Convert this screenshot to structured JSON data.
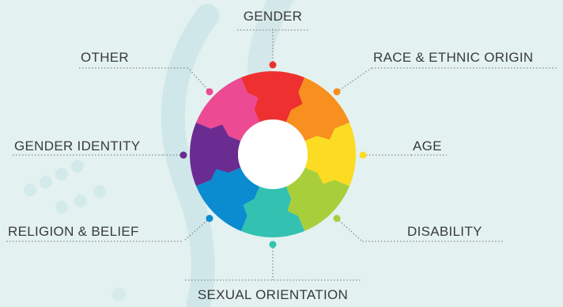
{
  "labels": {
    "gender": "GENDER",
    "race": "RACE & ETHNIC ORIGIN",
    "age": "AGE",
    "disability": "DISABILITY",
    "sexual_orientation": "SEXUAL ORIENTATION",
    "religion": "RELIGION & BELIEF",
    "gender_identity": "GENDER IDENTITY",
    "other": "OTHER"
  },
  "colors": {
    "background": "#e3f1f1",
    "decor": "#c9e3e6",
    "text": "#3a3a3a",
    "leader": "#8a8a8a",
    "gender": "#ee3030",
    "race": "#f7901e",
    "age": "#fbdc22",
    "disability": "#a8cf3b",
    "sexual_orientation": "#33c1b2",
    "religion": "#0b8bd0",
    "gender_identity": "#6a2c91",
    "other": "#ec4a93"
  }
}
